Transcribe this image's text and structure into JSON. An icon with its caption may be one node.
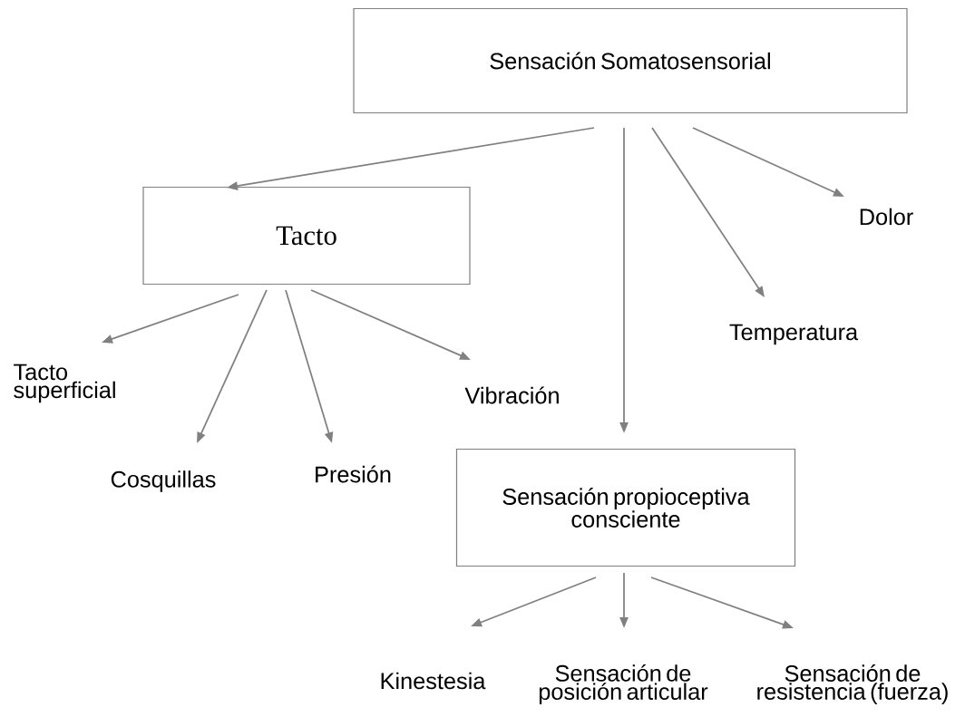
{
  "diagram": {
    "nodes": [
      {
        "text": [
          "Sensación Somatosensorial"
        ]
      },
      {
        "text": [
          "Tacto"
        ]
      },
      {
        "text": [
          "Dolor"
        ]
      },
      {
        "text": [
          "Temperatura"
        ]
      },
      {
        "text": [
          "Sensación propioceptiva consciente"
        ]
      },
      {
        "text": [
          "Tacto superficial"
        ]
      },
      {
        "text": [
          "Cosquillas"
        ]
      },
      {
        "text": [
          "Presión"
        ]
      },
      {
        "text": [
          "Vibración"
        ]
      },
      {
        "text": [
          "Kinestesia"
        ]
      },
      {
        "text": [
          "Sensación de posición articular"
        ]
      },
      {
        "text": [
          "Sensación de resistencia (fuerza)"
        ]
      }
    ],
    "edges": [
      {
        "from": 0,
        "to": 1,
        "arrow": "to"
      },
      {
        "from": 0,
        "to": 4,
        "arrow": "to"
      },
      {
        "from": 0,
        "to": 3,
        "arrow": "to"
      },
      {
        "from": 0,
        "to": 2,
        "arrow": "to"
      },
      {
        "from": 1,
        "to": 5,
        "arrow": "to"
      },
      {
        "from": 1,
        "to": 6,
        "arrow": "to"
      },
      {
        "from": 1,
        "to": 7,
        "arrow": "to"
      },
      {
        "from": 1,
        "to": 8,
        "arrow": "to"
      },
      {
        "from": 4,
        "to": 9,
        "arrow": "to"
      },
      {
        "from": 4,
        "to": 10,
        "arrow": "to"
      },
      {
        "from": 4,
        "to": 11,
        "arrow": "to"
      }
    ]
  }
}
